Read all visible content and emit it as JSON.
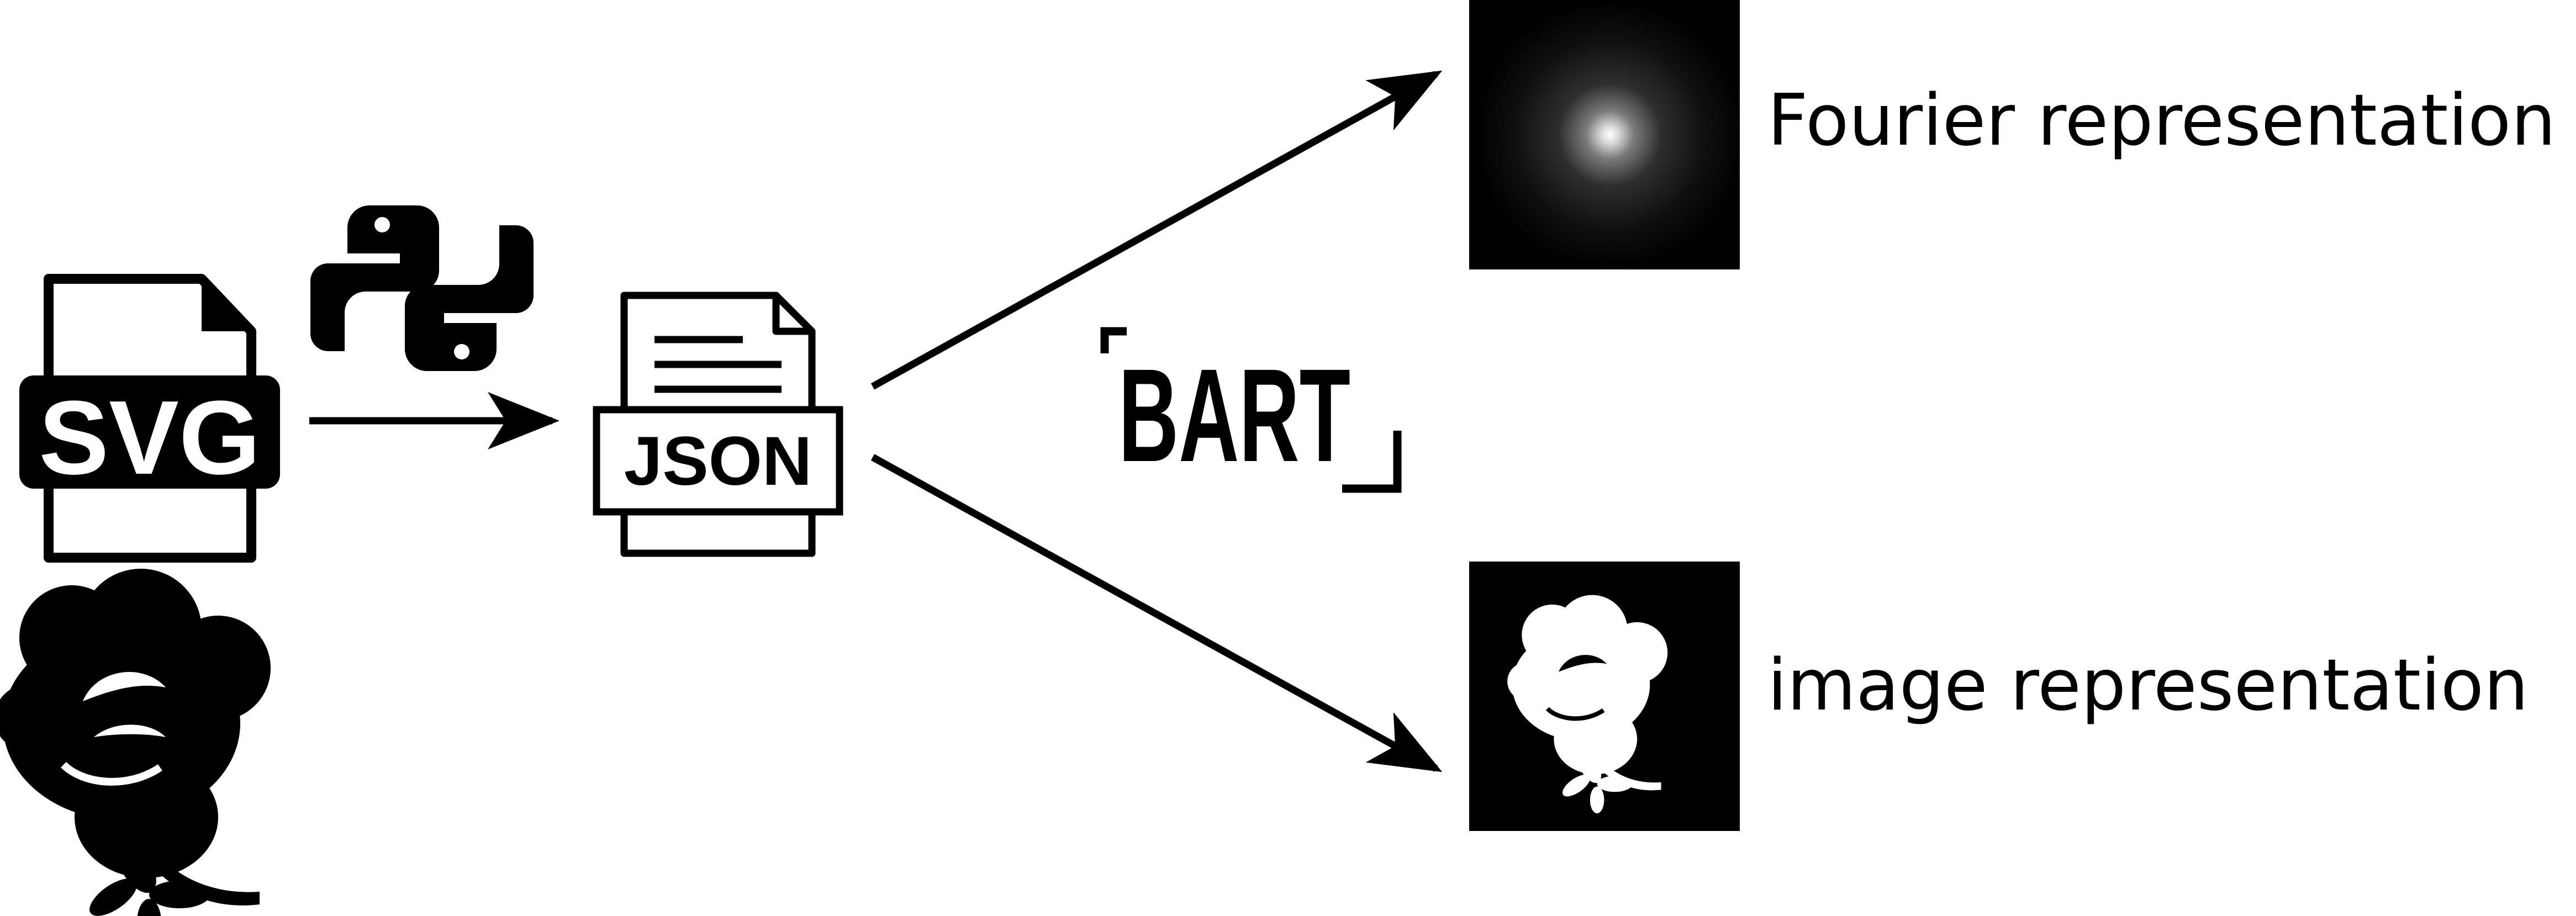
{
  "svg_badge": {
    "text": "SVG"
  },
  "json_badge": {
    "text": "JSON"
  },
  "bart_logo": {
    "text": "BART"
  },
  "fourier": {
    "label": "Fourier representation"
  },
  "image": {
    "label": "image representation"
  },
  "icons": {
    "svg_file": "svg-file-icon",
    "python": "python-logo-icon",
    "json_file": "json-file-icon",
    "flower": "rose-silhouette-icon"
  },
  "colors": {
    "ink": "#000000",
    "paper": "#ffffff"
  }
}
